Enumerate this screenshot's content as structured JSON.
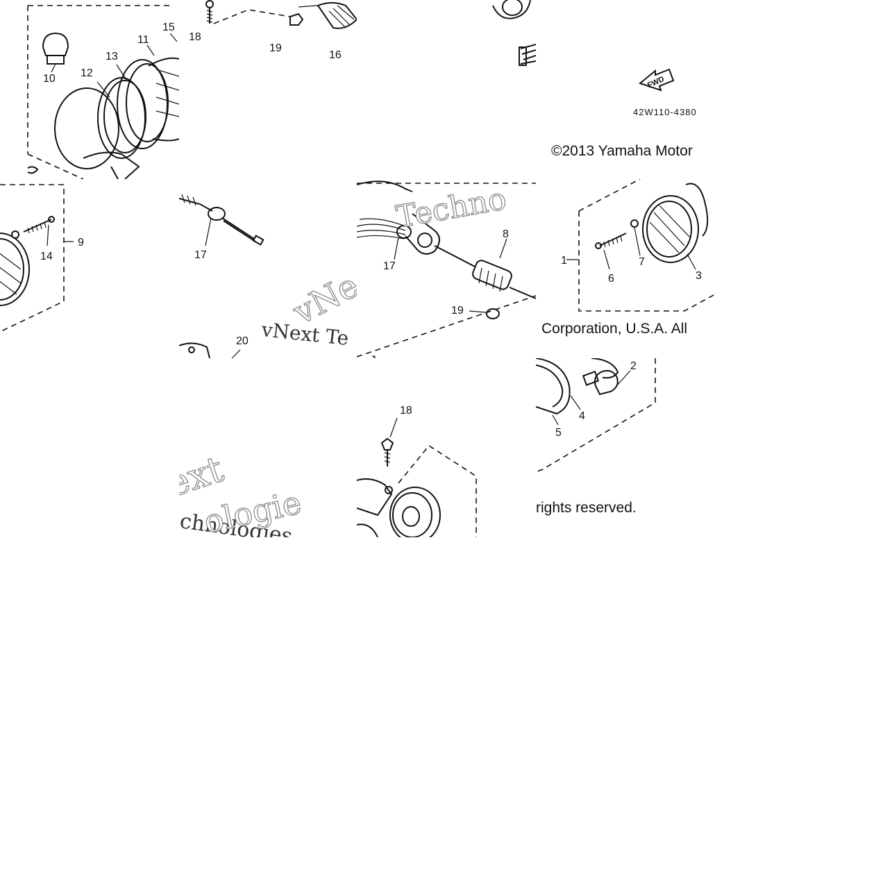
{
  "diagram": {
    "callouts": {
      "c1": "1",
      "c2": "2",
      "c3": "3",
      "c4": "4",
      "c5": "5",
      "c6": "6",
      "c7": "7",
      "c8": "8",
      "c9": "9",
      "c10": "10",
      "c11": "11",
      "c12": "12",
      "c13": "13",
      "c14": "14",
      "c15": "15",
      "c16": "16",
      "c17a": "17",
      "c17b": "17",
      "c18a": "18",
      "c18b": "18",
      "c19a": "19",
      "c19b": "19",
      "c20": "20"
    },
    "part_number": "42W110-4380",
    "fwd_label": "FWD",
    "copyright_parts": {
      "line1": "©2013 Yamaha Motor",
      "line2": "Corporation, U.S.A. All",
      "line3": "rights reserved."
    },
    "watermark_parts": {
      "w1": "vNext Te",
      "w2": "Techno",
      "w3": "vNe",
      "w4": "logies",
      "w5": "ext",
      "w6": "chnologies",
      "w7": "ologie"
    }
  }
}
